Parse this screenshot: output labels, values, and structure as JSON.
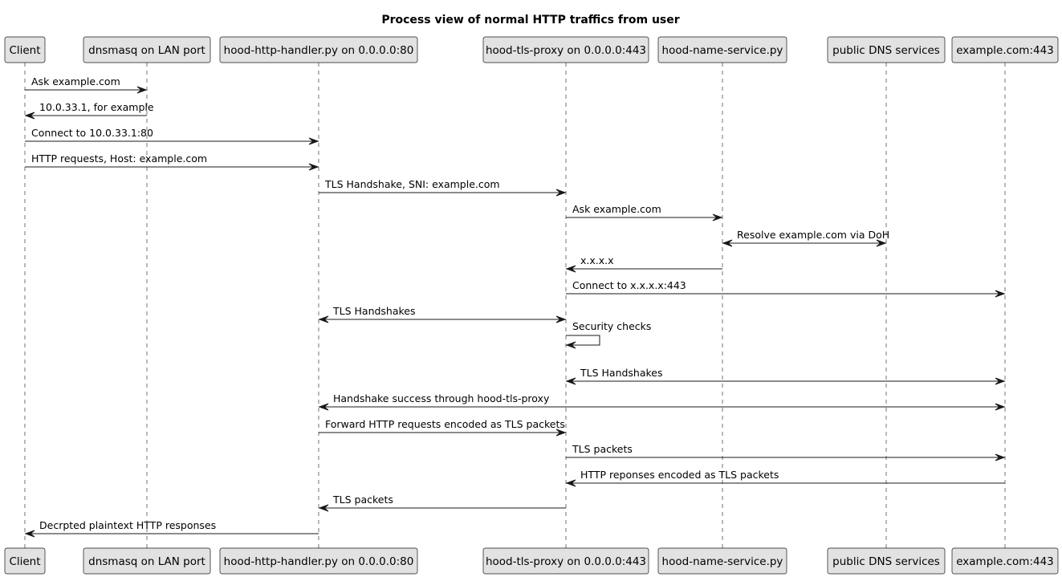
{
  "title": "Process view of normal HTTP traffics from user",
  "colors": {
    "box_fill": "#e2e2e2",
    "line": "#181818",
    "text": "#000000"
  },
  "participants": [
    {
      "id": "client",
      "label": "Client"
    },
    {
      "id": "dnsmasq",
      "label": "dnsmasq on LAN port"
    },
    {
      "id": "handler",
      "label": "hood-http-handler.py on 0.0.0.0:80"
    },
    {
      "id": "proxy",
      "label": "hood-tls-proxy on 0.0.0.0:443"
    },
    {
      "id": "names",
      "label": "hood-name-service.py"
    },
    {
      "id": "pubdns",
      "label": "public DNS services"
    },
    {
      "id": "target",
      "label": "example.com:443"
    }
  ],
  "messages": [
    {
      "from": "client",
      "to": "dnsmasq",
      "label": "Ask example.com"
    },
    {
      "from": "dnsmasq",
      "to": "client",
      "label": "10.0.33.1, for example"
    },
    {
      "from": "client",
      "to": "handler",
      "label": "Connect to 10.0.33.1:80"
    },
    {
      "from": "client",
      "to": "handler",
      "label": "HTTP requests, Host: example.com"
    },
    {
      "from": "handler",
      "to": "proxy",
      "label": "TLS Handshake, SNI: example.com"
    },
    {
      "from": "proxy",
      "to": "names",
      "label": "Ask example.com"
    },
    {
      "from": "names",
      "to": "pubdns",
      "label": "Resolve example.com via DoH",
      "both": true
    },
    {
      "from": "names",
      "to": "proxy",
      "label": "x.x.x.x"
    },
    {
      "from": "proxy",
      "to": "target",
      "label": "Connect to x.x.x.x:443"
    },
    {
      "from": "handler",
      "to": "proxy",
      "label": "TLS Handshakes",
      "both": true
    },
    {
      "from": "proxy",
      "to": "proxy",
      "label": "Security checks",
      "self": true
    },
    {
      "from": "proxy",
      "to": "target",
      "label": "TLS Handshakes",
      "both": true
    },
    {
      "from": "handler",
      "to": "target",
      "label": "Handshake success through hood-tls-proxy",
      "both": true
    },
    {
      "from": "handler",
      "to": "proxy",
      "label": "Forward HTTP requests encoded as TLS packets"
    },
    {
      "from": "proxy",
      "to": "target",
      "label": "TLS packets"
    },
    {
      "from": "target",
      "to": "proxy",
      "label": "HTTP reponses encoded as TLS packets"
    },
    {
      "from": "proxy",
      "to": "handler",
      "label": "TLS packets"
    },
    {
      "from": "handler",
      "to": "client",
      "label": "Decrpted plaintext HTTP responses"
    }
  ]
}
